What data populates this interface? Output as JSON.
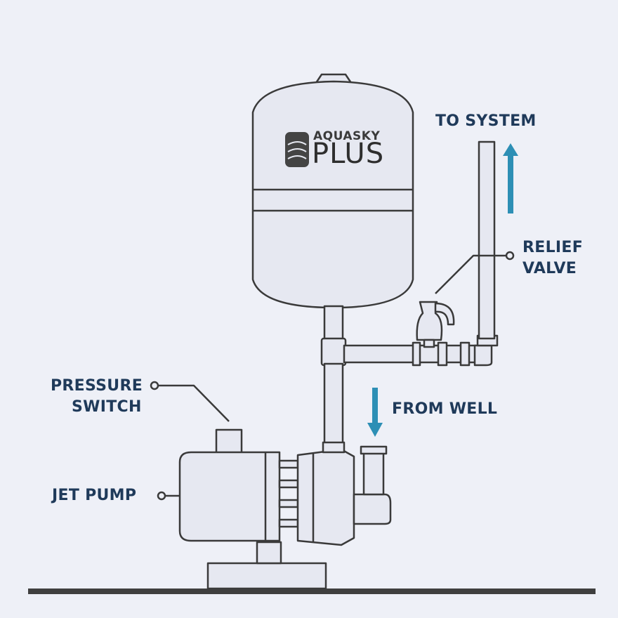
{
  "brand": {
    "line1": "AQUASKY",
    "line2": "PLUS"
  },
  "labels": {
    "to_system": "TO SYSTEM",
    "relief_valve_1": "RELIEF",
    "relief_valve_2": "VALVE",
    "pressure_switch_1": "PRESSURE",
    "pressure_switch_2": "SWITCH",
    "from_well": "FROM WELL",
    "jet_pump": "JET PUMP"
  },
  "colors": {
    "background": "#eef0f7",
    "line": "#3a3a3a",
    "fill": "#e6e8f1",
    "label": "#1f3a5a",
    "arrow": "#2d8fb5"
  }
}
